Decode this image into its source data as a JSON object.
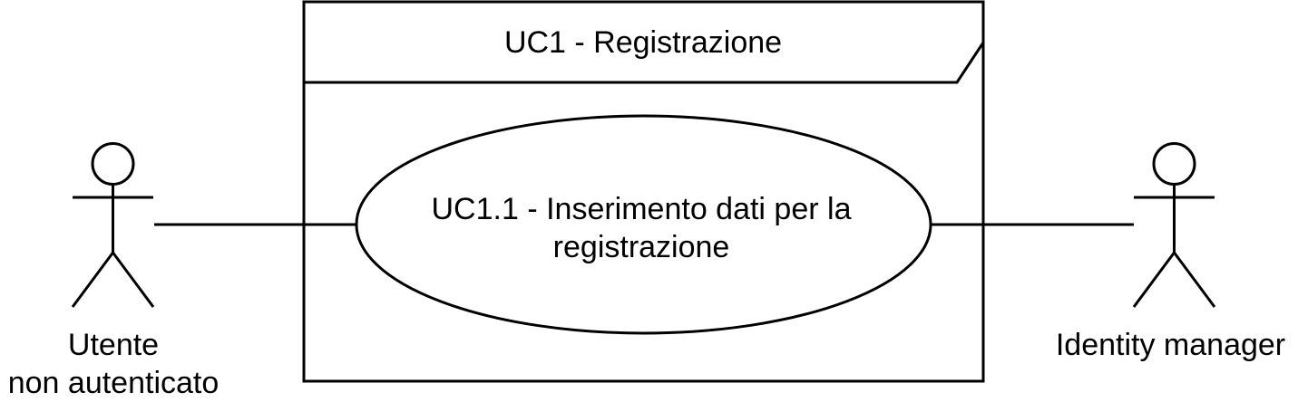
{
  "diagram": {
    "type": "uml-use-case",
    "system_boundary": {
      "title": "UC1 - Registrazione"
    },
    "use_case": {
      "label": "UC1.1 - Inserimento dati per la registrazione"
    },
    "actors": [
      {
        "id": "actor-left",
        "name_line1": "Utente",
        "name_line2": "non autenticato"
      },
      {
        "id": "actor-right",
        "name": "Identity manager"
      }
    ],
    "associations": [
      {
        "from": "actor-left",
        "to": "use-case"
      },
      {
        "from": "use-case",
        "to": "actor-right"
      }
    ],
    "colors": {
      "stroke": "#000000",
      "background": "#ffffff"
    }
  }
}
